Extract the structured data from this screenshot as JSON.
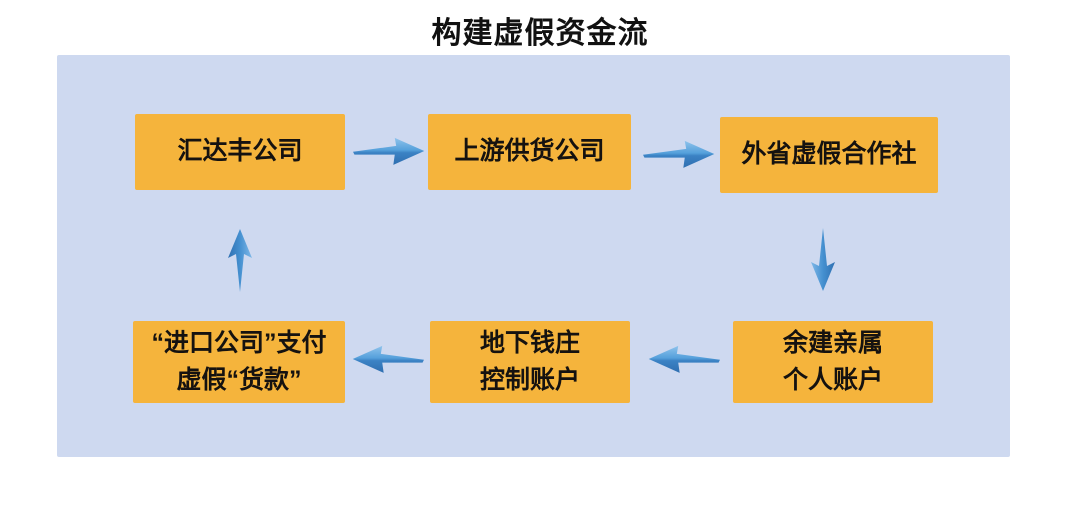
{
  "title": "构建虚假资金流",
  "colors": {
    "panel_background": "#CED9F0",
    "node_background": "#F5B43C",
    "arrow_light": "#8FC3EC",
    "arrow_dark": "#2E6EB0",
    "text": "#111111"
  },
  "nodes": [
    {
      "id": "huidafeng",
      "label": "汇达丰公司"
    },
    {
      "id": "upstream",
      "label": "上游供货公司"
    },
    {
      "id": "coop",
      "label": "外省虚假合作社"
    },
    {
      "id": "import",
      "label": "“进口公司”支付\n虚假“货款”"
    },
    {
      "id": "bank",
      "label": "地下钱庄\n控制账户"
    },
    {
      "id": "relatives",
      "label": "余建亲属\n个人账户"
    }
  ],
  "flows": [
    {
      "from": "汇达丰公司",
      "to": "上游供货公司",
      "direction": "right"
    },
    {
      "from": "上游供货公司",
      "to": "外省虚假合作社",
      "direction": "right"
    },
    {
      "from": "外省虚假合作社",
      "to": "余建亲属个人账户",
      "direction": "down"
    },
    {
      "from": "余建亲属个人账户",
      "to": "地下钱庄控制账户",
      "direction": "left"
    },
    {
      "from": "地下钱庄控制账户",
      "to": "“进口公司”支付虚假“货款”",
      "direction": "left"
    },
    {
      "from": "“进口公司”支付虚假“货款”",
      "to": "汇达丰公司",
      "direction": "up"
    }
  ]
}
